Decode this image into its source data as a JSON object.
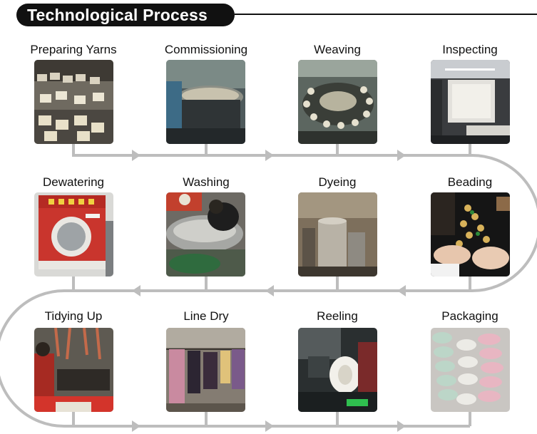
{
  "header": {
    "title": "Technological Process"
  },
  "steps": [
    {
      "label": "Preparing Yarns",
      "photo": "yarn-cones-photo"
    },
    {
      "label": "Commissioning",
      "photo": "knitting-machine-setup-photo"
    },
    {
      "label": "Weaving",
      "photo": "circular-knitting-machine-photo"
    },
    {
      "label": "Inspecting",
      "photo": "inspection-room-photo"
    },
    {
      "label": "Dewatering",
      "photo": "dewatering-machine-photo"
    },
    {
      "label": "Washing",
      "photo": "washing-vat-photo"
    },
    {
      "label": "Dyeing",
      "photo": "dyeing-tanks-photo"
    },
    {
      "label": "Beading",
      "photo": "hand-beading-photo"
    },
    {
      "label": "Tidying Up",
      "photo": "tidying-workers-photo"
    },
    {
      "label": "Line Dry",
      "photo": "hanging-garments-photo"
    },
    {
      "label": "Reeling",
      "photo": "yarn-reeling-photo"
    },
    {
      "label": "Packaging",
      "photo": "packaged-yarn-photo"
    }
  ],
  "colors": {
    "header_bg": "#111111",
    "flow_line": "#bdbdbd",
    "text": "#111111"
  }
}
